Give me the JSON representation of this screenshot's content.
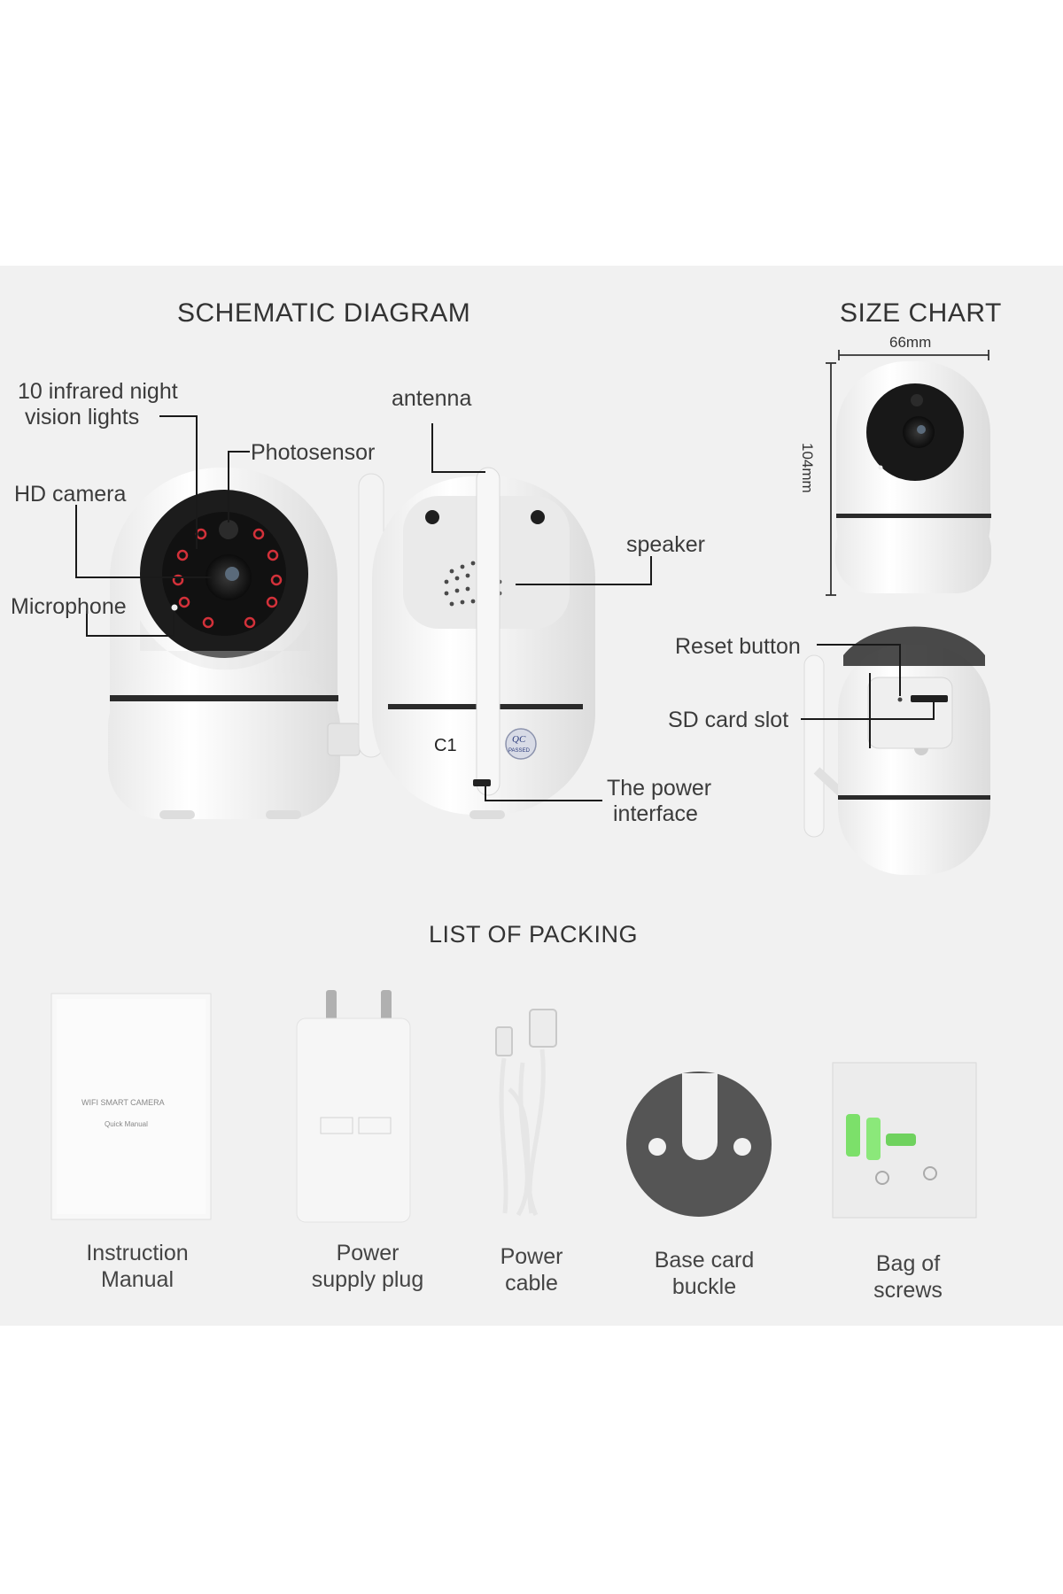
{
  "headings": {
    "schematic": "SCHEMATIC DIAGRAM",
    "size_chart": "SIZE CHART",
    "packing": "LIST OF PACKING"
  },
  "callouts": {
    "infrared_line1": "10 infrared night",
    "infrared_line2": "vision lights",
    "photosensor": "Photosensor",
    "hd_camera": "HD camera",
    "microphone": "Microphone",
    "antenna": "antenna",
    "speaker": "speaker",
    "power_interface_line1": "The power",
    "power_interface_line2": "interface",
    "reset_button": "Reset button",
    "sd_card_slot": "SD card slot"
  },
  "device_markings": {
    "model": "C1",
    "qc_top": "QC",
    "qc_bottom": "PASSED"
  },
  "dimensions": {
    "width": "66mm",
    "height": "104mm"
  },
  "manual_cover": {
    "title": "WIFI SMART CAMERA",
    "subtitle": "Quick Manual"
  },
  "packing_items": [
    {
      "line1": "Instruction",
      "line2": "Manual"
    },
    {
      "line1": "Power",
      "line2": "supply plug"
    },
    {
      "line1": "Power",
      "line2": "cable"
    },
    {
      "line1": "Base card",
      "line2": "buckle"
    },
    {
      "line1": "Bag of",
      "line2": "screws"
    }
  ]
}
